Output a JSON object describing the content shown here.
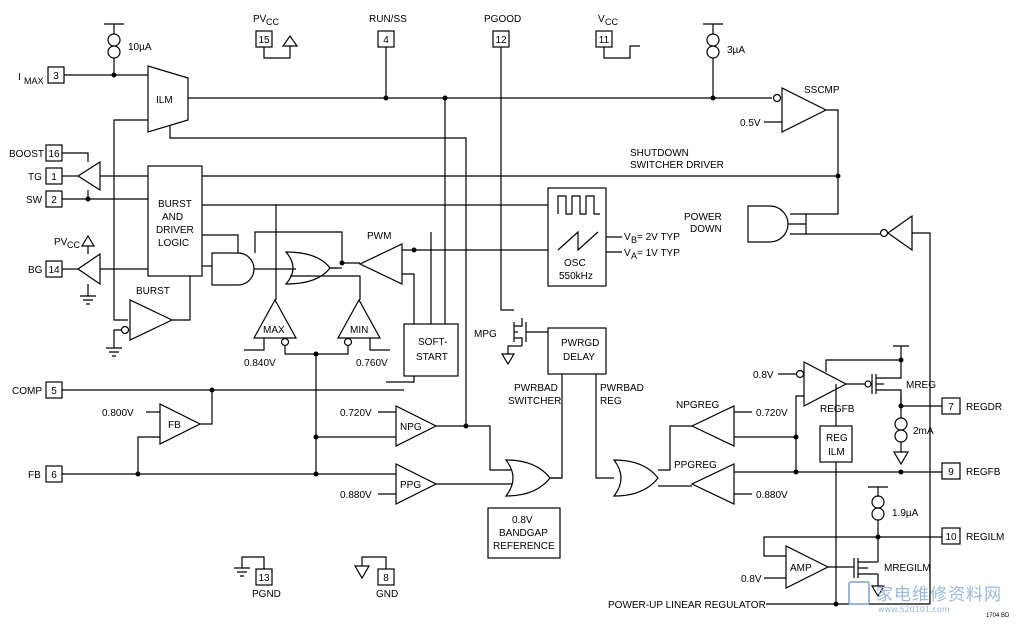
{
  "pins": [
    {
      "id": "imax",
      "label": "I",
      "sub": "MAX",
      "num": "3"
    },
    {
      "id": "boost",
      "label": "BOOST",
      "num": "16"
    },
    {
      "id": "tg",
      "label": "TG",
      "num": "1"
    },
    {
      "id": "sw",
      "label": "SW",
      "num": "2"
    },
    {
      "id": "bg",
      "label": "BG",
      "num": "14"
    },
    {
      "id": "comp",
      "label": "COMP",
      "num": "5"
    },
    {
      "id": "fb",
      "label": "FB",
      "num": "6"
    },
    {
      "id": "pvcc_top",
      "label": "PV",
      "sub": "CC",
      "num": "15"
    },
    {
      "id": "runss",
      "label": "RUN/SS",
      "num": "4"
    },
    {
      "id": "pgood",
      "label": "PGOOD",
      "num": "12"
    },
    {
      "id": "vcc",
      "label": "V",
      "sub": "CC",
      "num": "11"
    },
    {
      "id": "pgnd",
      "label": "PGND",
      "num": "13"
    },
    {
      "id": "gnd",
      "label": "GND",
      "num": "8"
    },
    {
      "id": "regdr",
      "label": "REGDR",
      "num": "7"
    },
    {
      "id": "regfb",
      "label": "REGFB",
      "num": "9"
    },
    {
      "id": "regilm",
      "label": "REGILM",
      "num": "10"
    }
  ],
  "blocks": {
    "ilm": "ILM",
    "burst_logic": [
      "BURST",
      "AND",
      "DRIVER",
      "LOGIC"
    ],
    "burst": "BURST",
    "max": "MAX",
    "min": "MIN",
    "pwm": "PWM",
    "softstart": [
      "SOFT-",
      "START"
    ],
    "osc": [
      "OSC",
      "550kHz"
    ],
    "fb": "FB",
    "npg": "NPG",
    "ppg": "PPG",
    "bandgap": [
      "0.8V",
      "BANDGAP",
      "REFERENCE"
    ],
    "pwrgd": [
      "PWRGD",
      "DELAY"
    ],
    "sscmp": "SSCMP",
    "npgreg": "NPGREG",
    "ppgreg": "PPGREG",
    "regfb_amp": "REGFB",
    "reg_ilm": [
      "REG",
      "ILM"
    ],
    "amp": "AMP",
    "mreg": "MREG",
    "mregilm": "MREGILM",
    "mpg": "MPG"
  },
  "labels": {
    "i10": "10µA",
    "i3": "3µA",
    "i2m": "2mA",
    "i19": "1.9µA",
    "v05": "0.5V",
    "v084": "0.840V",
    "v076": "0.760V",
    "v08fb": "0.800V",
    "v072a": "0.720V",
    "v088a": "0.880V",
    "v072b": "0.720V",
    "v088b": "0.880V",
    "v08reg": "0.8V",
    "v08amp": "0.8V",
    "vb": "V",
    "vb_sub": "B",
    "vb_val": " = 2V TYP",
    "va": "V",
    "va_sub": "A",
    "va_val": " = 1V TYP",
    "shutdown1": "SHUTDOWN",
    "shutdown2": "SWITCHER DRIVER",
    "powerdown1": "POWER",
    "powerdown2": "DOWN",
    "pwrbad_sw1": "PWRBAD",
    "pwrbad_sw2": "SWITCHER",
    "pwrbad_reg1": "PWRBAD",
    "pwrbad_reg2": "REG",
    "powerup": "POWER-UP LINEAR REGULATOR",
    "figid": "1704 BD",
    "watermark": "家电维修资料网",
    "watermark_url": "www.520101.com"
  }
}
